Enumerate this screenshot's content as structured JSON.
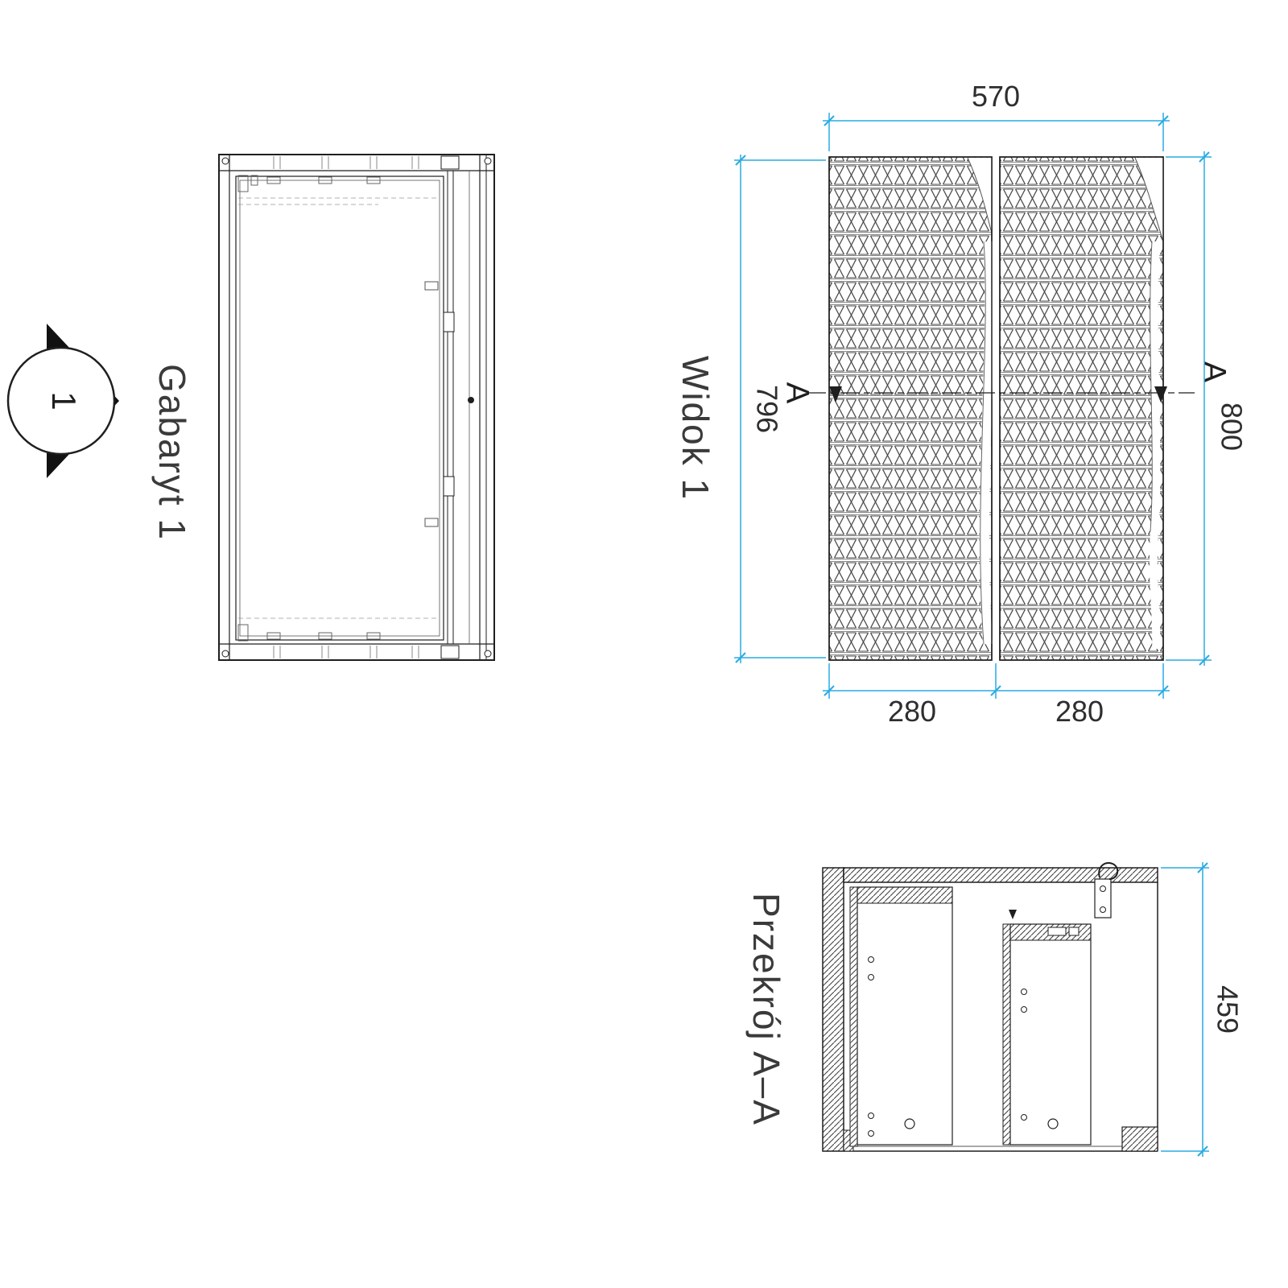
{
  "drawing": {
    "background_color": "#ffffff",
    "line_color": "#1f1f1f",
    "dimension_line_color": "#29ABE2",
    "views": {
      "gabaryt": {
        "label": "Gabaryt 1",
        "balloon_number": "1"
      },
      "widok": {
        "label": "Widok 1",
        "section_letter": "A",
        "dimensions": {
          "overall_width": "570",
          "overall_height": "800",
          "panel_height": "796",
          "left_panel_width": "280",
          "right_panel_width": "280"
        }
      },
      "przekroj": {
        "label": "Przekrój A–A",
        "dimensions": {
          "depth": "459"
        }
      }
    }
  }
}
